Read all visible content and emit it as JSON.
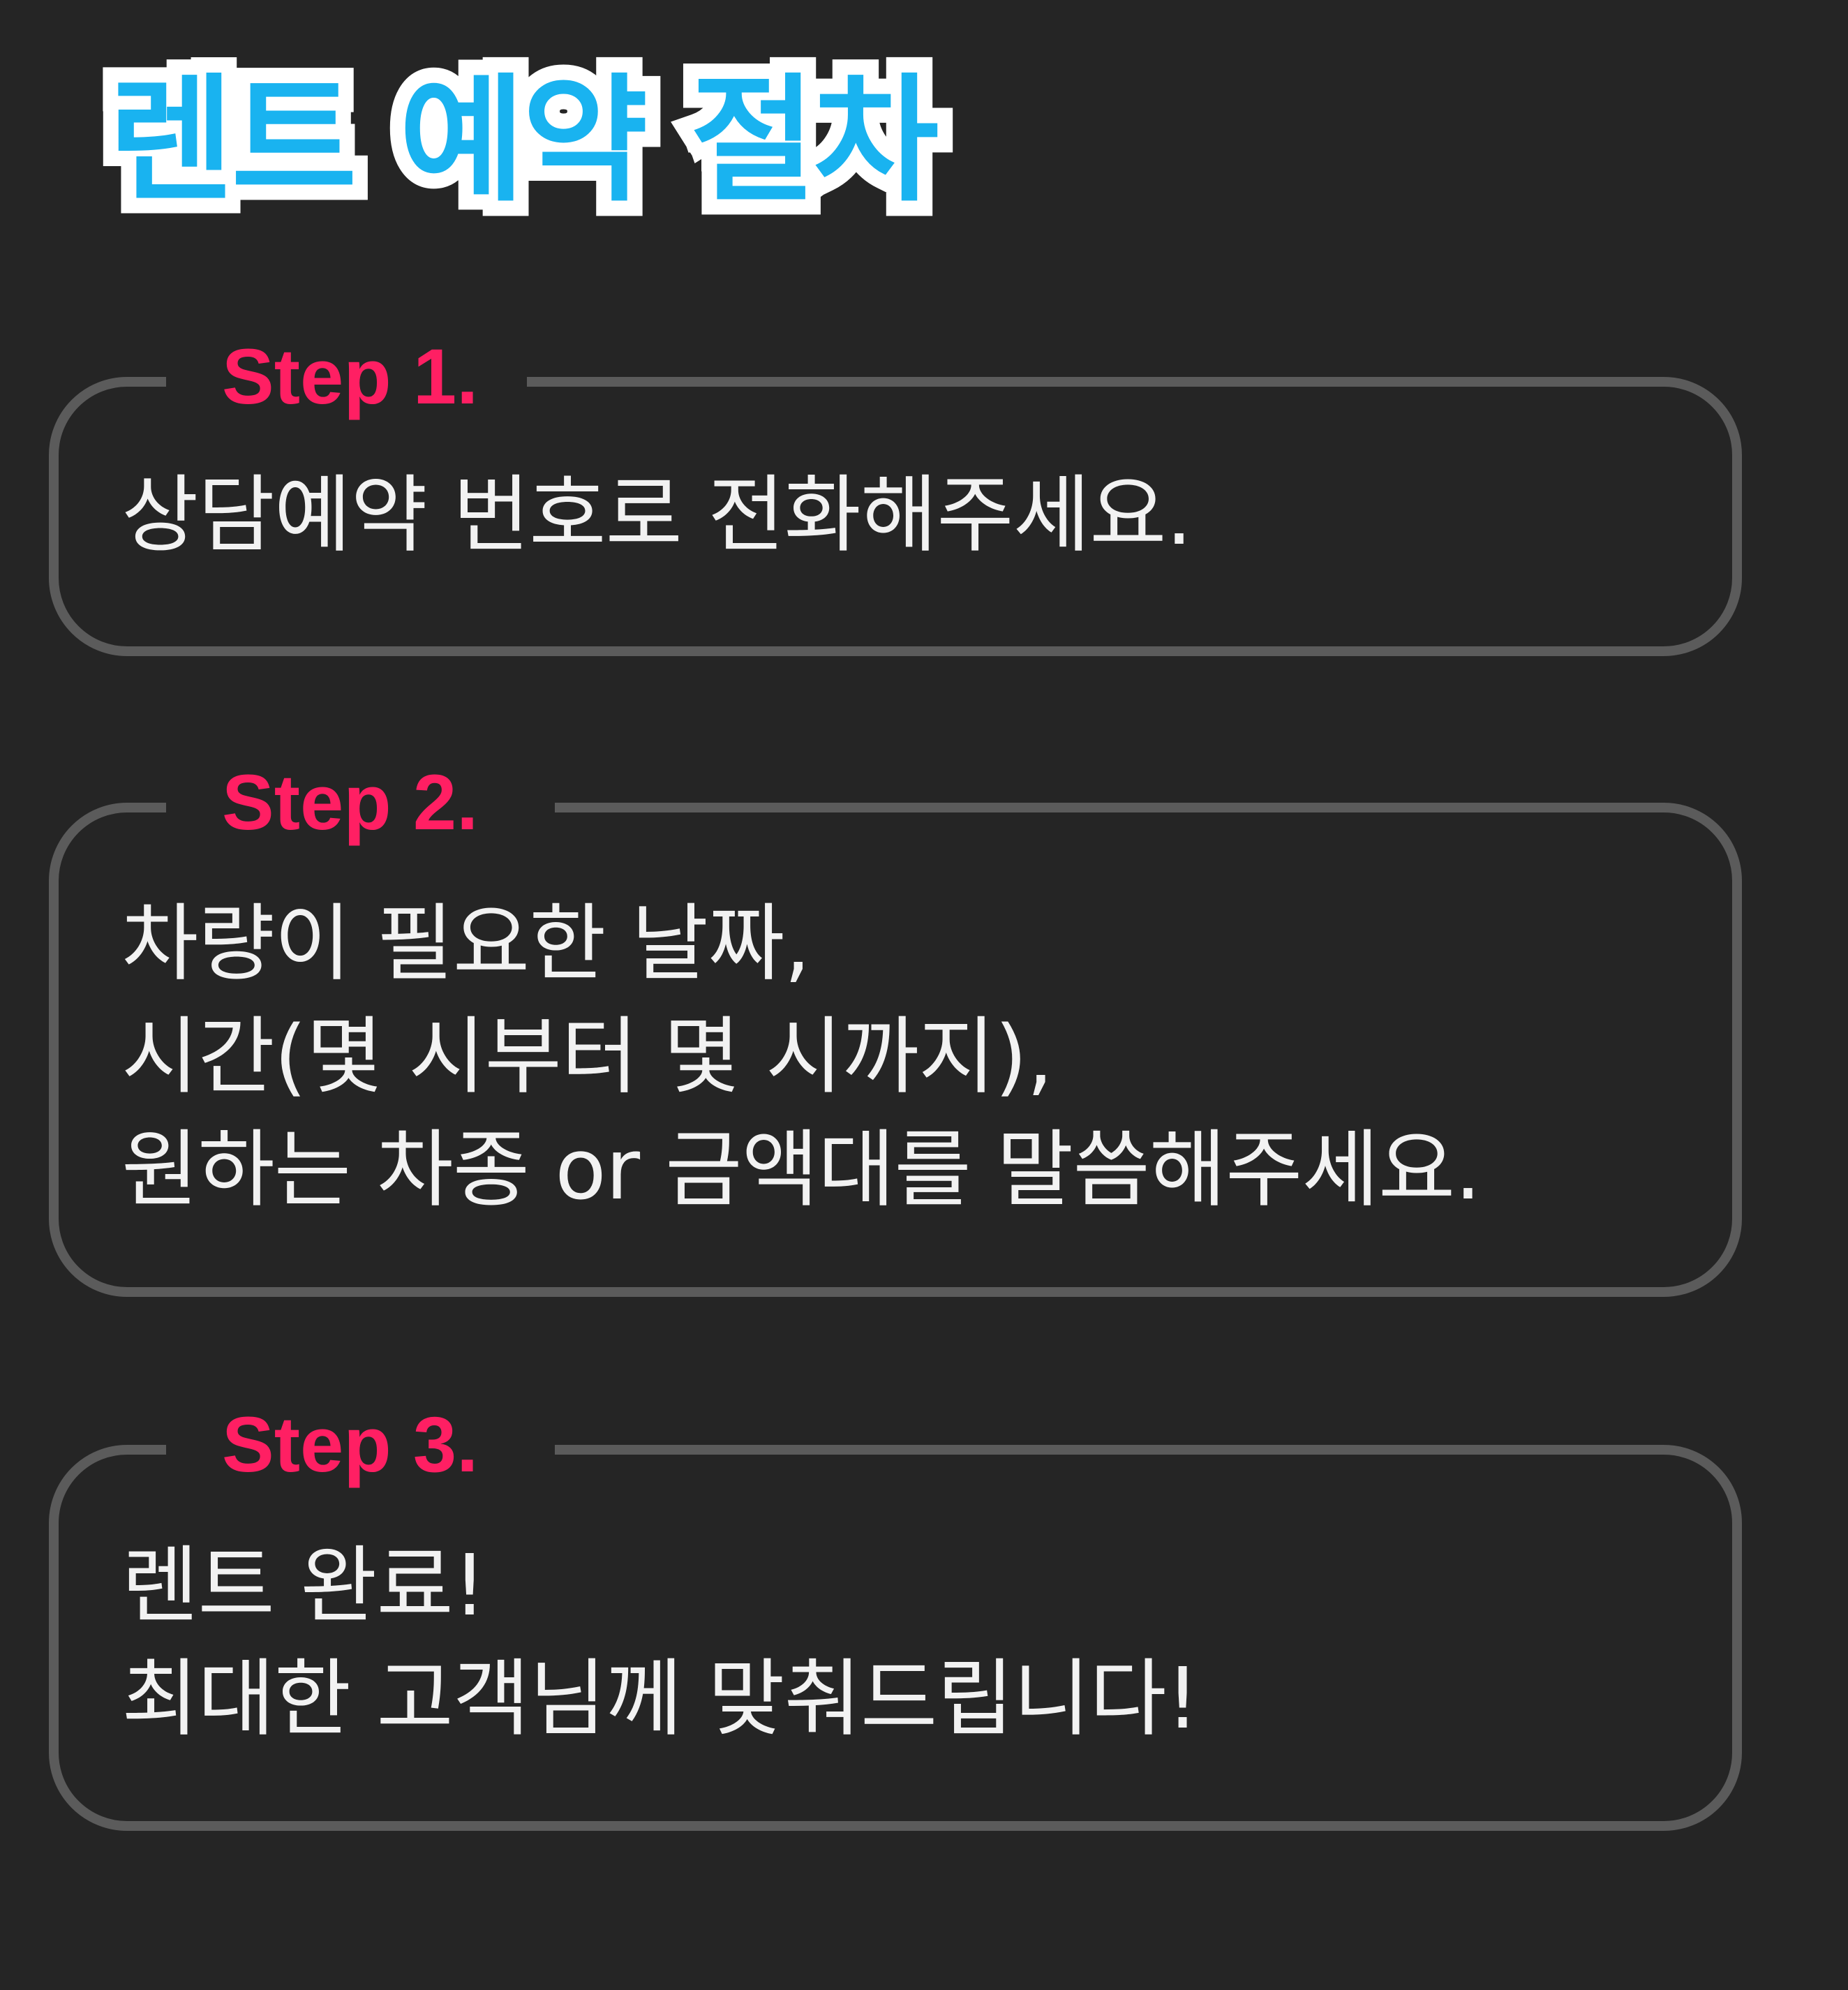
{
  "title": "렌트 예약 절차",
  "steps": [
    {
      "label": "Step 1.",
      "lines": [
        "상담예약 번호로 전화해주세요."
      ]
    },
    {
      "label": "Step 2.",
      "lines": [
        "차량이 필요한 날짜,",
        "시간(몇 시부터 몇 시까지),",
        "원하는 차종 or 금액대를 말씀해주세요."
      ]
    },
    {
      "label": "Step 3.",
      "lines": [
        "렌트 완료!",
        "최대한 고객님께 맞춰드립니다!"
      ]
    }
  ],
  "colors": {
    "background": "#252525",
    "title_fill": "#19b3f0",
    "title_outline": "#ffffff",
    "step_label": "#ff1f63",
    "box_border": "#5b5b5b",
    "body_text": "#f2f2f2"
  }
}
